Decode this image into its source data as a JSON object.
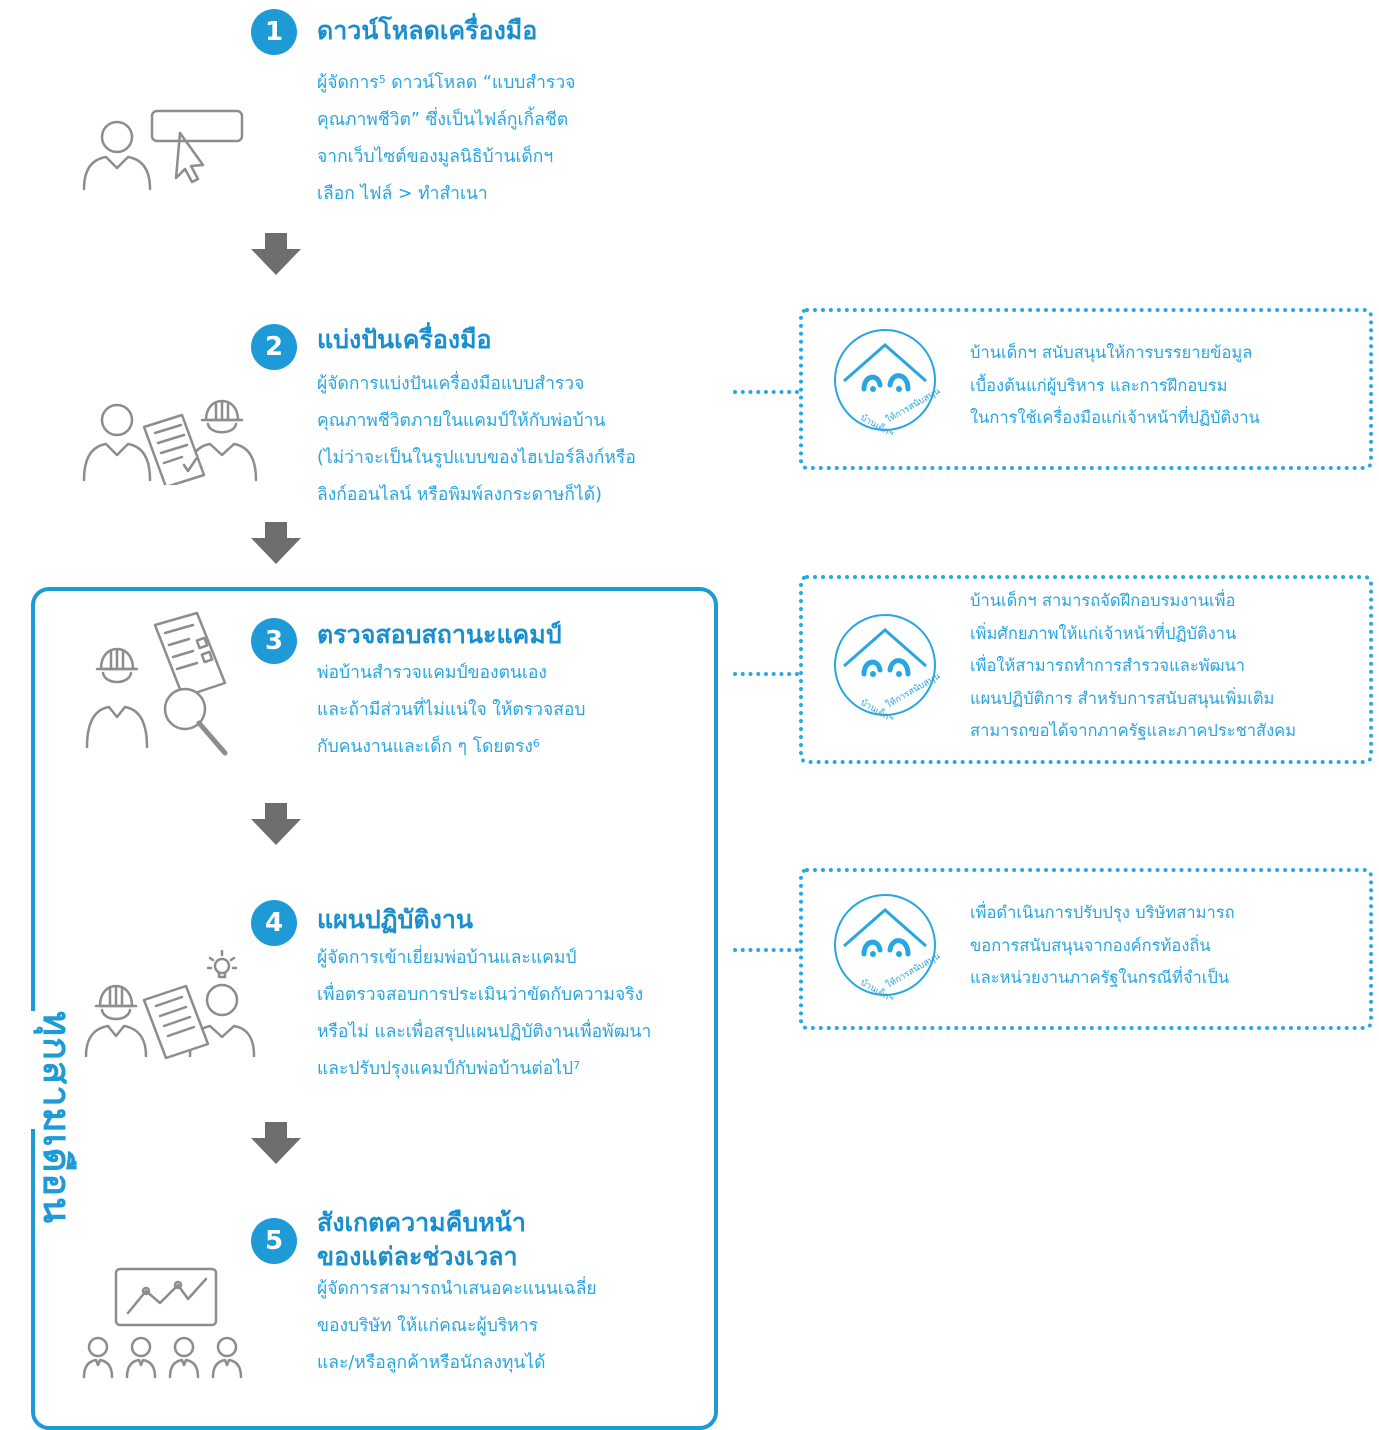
{
  "steps": [
    {
      "number": "1",
      "title": "ดาวน์โหลดเครื่องมือ",
      "lines": [
        "ผู้จัดการ",
        "ดาวน์โหลด “แบบสำรวจ",
        "คุณภาพชีวิต” ซึ่งเป็นไฟล์กูเกิ้ลชีต",
        "จากเว็บไซต์ของมูลนิธิบ้านเด็กฯ",
        "เลือก ไฟล์ > ทำสำเนา"
      ],
      "footnote": "5"
    },
    {
      "number": "2",
      "title": "แบ่งปันเครื่องมือ",
      "lines": [
        "ผู้จัดการแบ่งปันเครื่องมือแบบสำรวจ",
        "คุณภาพชีวิตภายในแคมป์ให้กับพ่อบ้าน",
        "(ไม่ว่าจะเป็นในรูปแบบของไฮเปอร์ลิงก์หรือ",
        "ลิงก์ออนไลน์ หรือพิมพ์ลงกระดาษก็ได้)"
      ]
    },
    {
      "number": "3",
      "title": "ตรวจสอบสถานะแคมป์",
      "lines": [
        "พ่อบ้านสำรวจแคมป์ของตนเอง",
        "และถ้ามีส่วนที่ไม่แน่ใจ ให้ตรวจสอบ",
        "กับคนงานและเด็ก ๆ โดยตรง"
      ],
      "footnote": "6"
    },
    {
      "number": "4",
      "title": "แผนปฏิบัติงาน",
      "lines": [
        "ผู้จัดการเข้าเยี่ยมพ่อบ้านและแคมป์",
        "เพื่อตรวจสอบการประเมินว่าขัดกับความจริง",
        "หรือไม่ และเพื่อสรุปแผนปฏิบัติงานเพื่อพัฒนา",
        "และปรับปรุงแคมป์กับพ่อบ้านต่อไป"
      ],
      "footnote": "7"
    },
    {
      "number": "5",
      "title_lines": [
        "สังเกตความคืบหน้า",
        "ของแต่ละช่วงเวลา"
      ],
      "lines": [
        "ผู้จัดการสามารถนำเสนอคะแนนเฉลี่ย",
        "ของบริษัท ให้แก่คณะผู้บริหาร",
        "และ/หรือลูกค้าหรือนักลงทุนได้"
      ]
    }
  ],
  "side_label": "ทุกสามเดือน",
  "callouts": [
    {
      "lines": [
        "บ้านเด็กฯ สนับสนุนให้การบรรยายข้อมูล",
        "เบื้องต้นแก่ผู้บริหาร และการฝึกอบรม",
        "ในการใช้เครื่องมือแก่เจ้าหน้าที่ปฏิบัติงาน"
      ]
    },
    {
      "lines": [
        "บ้านเด็กฯ สามารถจัดฝึกอบรมงานเพื่อ",
        "เพิ่มศักยภาพให้แก่เจ้าหน้าที่ปฏิบัติงาน",
        "เพื่อให้สามารถทำการสำรวจและพัฒนา",
        "แผนปฏิบัติการ สำหรับการสนับสนุนเพิ่มเติม",
        "สามารถขอได้จากภาครัฐและภาคประชาสังคม"
      ]
    },
    {
      "lines": [
        "เพื่อดำเนินการปรับปรุง บริษัทสามารถ",
        "ขอการสนับสนุนจากองค์กรท้องถิ่น",
        "และหน่วยงานภาครัฐในกรณีที่จำเป็น"
      ]
    }
  ],
  "logo": {
    "text_left": "บ้านเด็กฯ",
    "text_right": "ให้การสนับสนุน"
  },
  "colors": {
    "primary": "#1e9ad6",
    "text": "#27a6e1",
    "arrow": "#6d6e70",
    "icon": "#8c8d8f"
  }
}
